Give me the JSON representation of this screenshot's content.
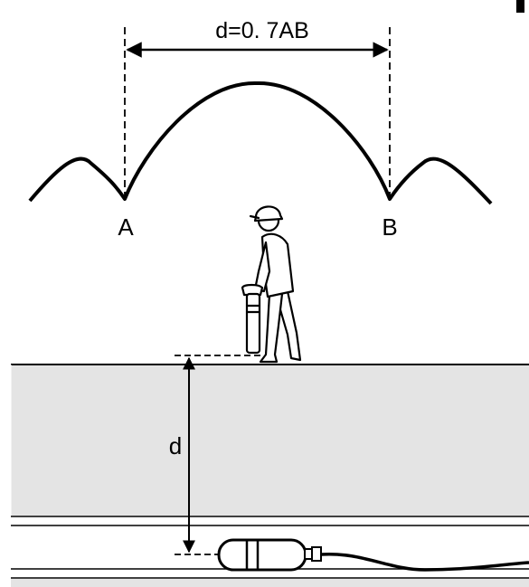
{
  "labels": {
    "formula": "d=0. 7AB",
    "point_a": "A",
    "point_b": "B",
    "depth": "d"
  },
  "colors": {
    "ink": "#000000",
    "ground": "#e4e4e4",
    "background": "#ffffff"
  }
}
